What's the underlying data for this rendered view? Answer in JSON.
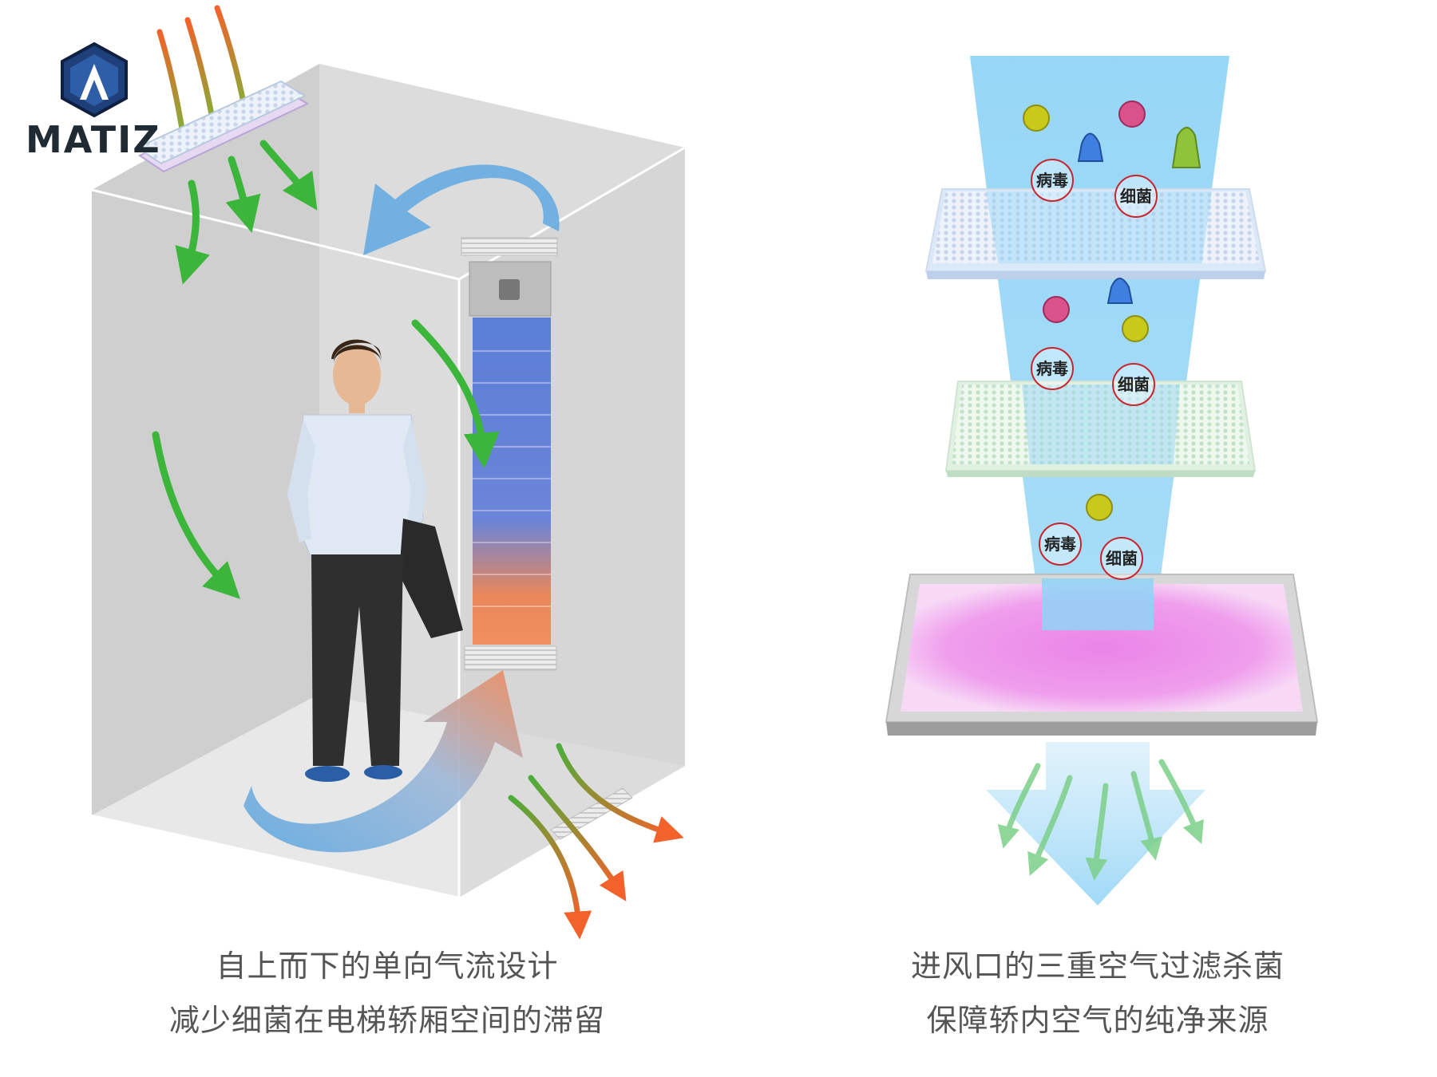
{
  "logo": {
    "text": "MATIZ"
  },
  "left_panel": {
    "caption_line1": "自上而下的单向气流设计",
    "caption_line2": "减少细菌在电梯轿厢空间的滞留"
  },
  "right_panel": {
    "labels": {
      "virus": "病毒",
      "bacteria": "细菌"
    },
    "caption_line1": "进风口的三重空气过滤杀菌",
    "caption_line2": "保障轿内空气的纯净来源"
  },
  "colors": {
    "green_arrow": "#3bb53a",
    "blue_air": "#5ea8e0",
    "orange_air": "#f26a2a",
    "uv_glow": "#e88ae6",
    "badge_ring": "#c9242e",
    "caption_text": "#555555"
  },
  "icons": [
    "logo-icon",
    "germ-icon",
    "filter-icon",
    "arrow-icon",
    "person-figure"
  ]
}
